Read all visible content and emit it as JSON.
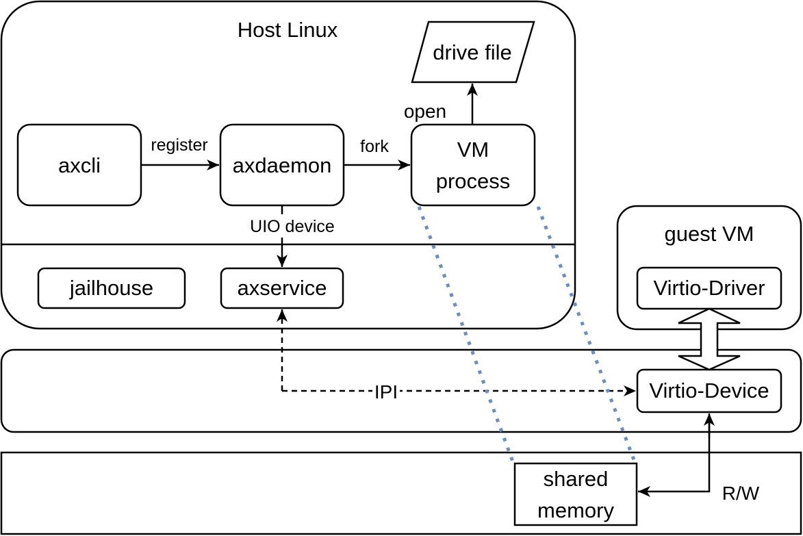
{
  "host": {
    "title": "Host Linux"
  },
  "nodes": {
    "drive_file": "drive file",
    "axcli": "axcli",
    "axdaemon": "axdaemon",
    "vm_process": [
      "VM",
      "process"
    ],
    "jailhouse": "jailhouse",
    "axservice": "axservice",
    "guest_title": "guest VM",
    "virtio_driver": "Virtio-Driver",
    "virtio_device": "Virtio-Device",
    "shared_memory": [
      "shared",
      "memory"
    ]
  },
  "edges": {
    "register": "register",
    "fork": "fork",
    "open": "open",
    "uio_device": "UIO device",
    "ipi": "IPI",
    "rw": "R/W"
  },
  "colors": {
    "stroke": "#000000",
    "dotted": "#6c8ebf",
    "background": "#ffffff"
  }
}
